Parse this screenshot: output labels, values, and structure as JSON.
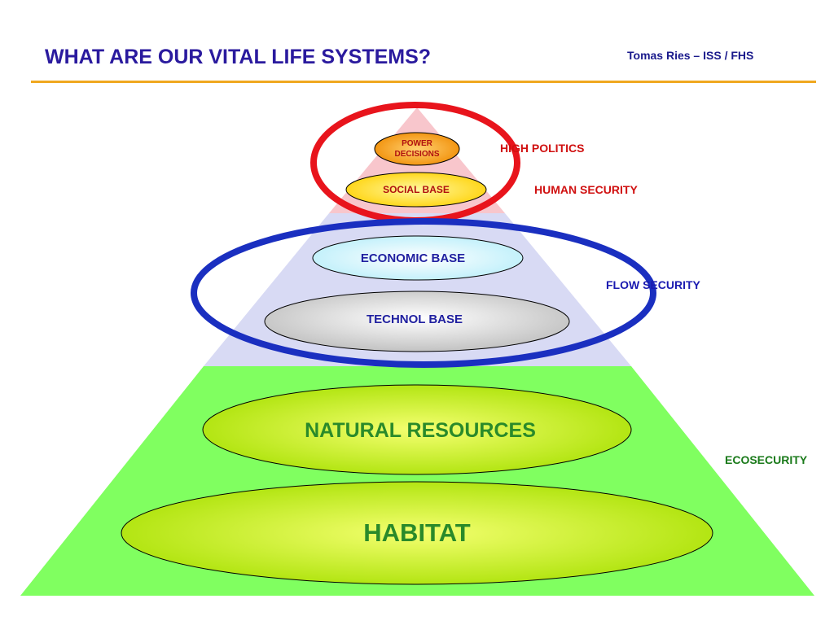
{
  "header": {
    "title": "WHAT ARE OUR VITAL LIFE SYSTEMS?",
    "author": "Tomas Ries – ISS / FHS"
  },
  "layers": {
    "power_line1": "POWER",
    "power_line2": "DECISIONS",
    "social": "SOCIAL BASE",
    "economic": "ECONOMIC BASE",
    "technol": "TECHNOL BASE",
    "natural": "NATURAL RESOURCES",
    "habitat": "HABITAT"
  },
  "security_labels": {
    "high_politics": "HIGH POLITICS",
    "human_security": "HUMAN SECURITY",
    "flow_security": "FLOW SECURITY",
    "ecosecurity": "ECOSECURITY"
  },
  "colors": {
    "title": "#2a1a9e",
    "red_ring": "#e8141c",
    "blue_ring": "#1a2fc0",
    "eco_green": "#80ff60",
    "eco_label": "#1a7a1a"
  }
}
